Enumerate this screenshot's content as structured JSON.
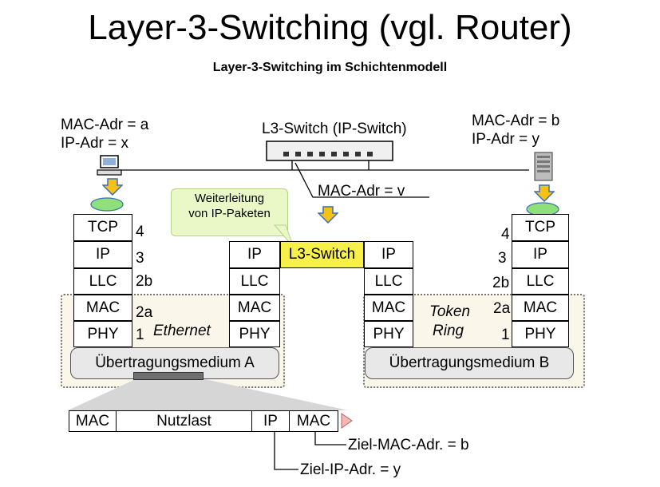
{
  "title": "Layer-3-Switching (vgl. Router)",
  "subtitle": "Layer-3-Switching im Schichtenmodell",
  "host_a": {
    "mac": "MAC-Adr = a",
    "ip": "IP-Adr = x"
  },
  "host_b": {
    "mac": "MAC-Adr = b",
    "ip": "IP-Adr = y"
  },
  "switch": {
    "label": "L3-Switch (IP-Switch)",
    "mac": "MAC-Adr = v",
    "layer_label": "L3-Switch"
  },
  "callout": {
    "line1": "Weiterleitung",
    "line2": "von IP-Paketen"
  },
  "layers": {
    "tcp": "TCP",
    "ip": "IP",
    "llc": "LLC",
    "mac": "MAC",
    "phy": "PHY"
  },
  "numbers": {
    "n4": "4",
    "n3": "3",
    "n2b": "2b",
    "n2a": "2a",
    "n1": "1"
  },
  "networks": {
    "left": "Ethernet",
    "right_line1": "Token",
    "right_line2": "Ring"
  },
  "media": {
    "a": "Übertragungsmedium A",
    "b": "Übertragungsmedium B"
  },
  "frame": {
    "mac1": "MAC",
    "payload": "Nutzlast",
    "ip": "IP",
    "mac2": "MAC"
  },
  "annotations": {
    "dest_mac": "Ziel-MAC-Adr. = b",
    "dest_ip": "Ziel-IP-Adr. = y"
  }
}
